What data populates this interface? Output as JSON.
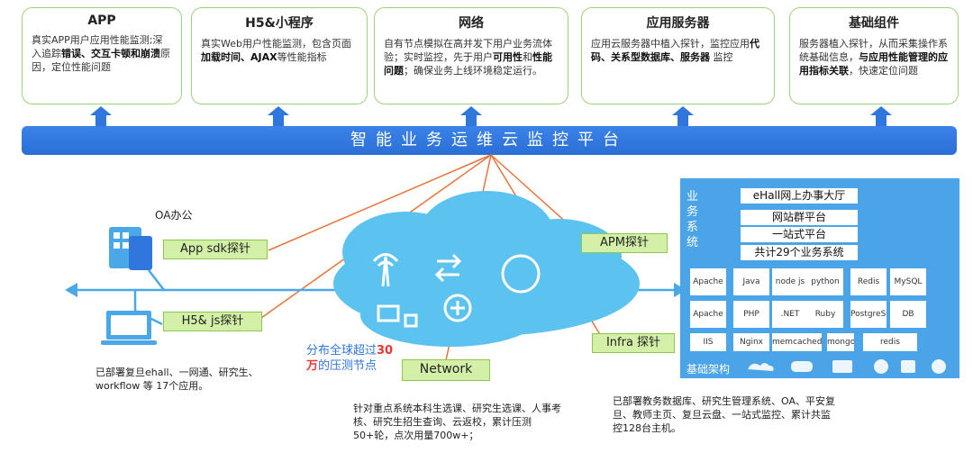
{
  "top_cards": [
    {
      "title": "APP",
      "text_parts": [
        {
          "t": "真实APP用户应用性能监测;深入追踪",
          "b": false
        },
        {
          "t": "错误、交互卡顿和崩溃",
          "b": true
        },
        {
          "t": "原因，定位性能问题",
          "b": false
        }
      ]
    },
    {
      "title": "H5&小程序",
      "text_parts": [
        {
          "t": "真实Web用户性能监测，包含页面",
          "b": false
        },
        {
          "t": "加载时间、AJAX",
          "b": true
        },
        {
          "t": "等性能指标",
          "b": false
        }
      ]
    },
    {
      "title": "网络",
      "text_parts": [
        {
          "t": "自有节点模拟在高并发下用户业务流体验；实时监控，先于用户",
          "b": false
        },
        {
          "t": "可用性",
          "b": true
        },
        {
          "t": "和",
          "b": false
        },
        {
          "t": "性能问题",
          "b": true
        },
        {
          "t": "；确保业务上线环境稳定运行。",
          "b": false
        }
      ]
    },
    {
      "title": "应用服务器",
      "text_parts": [
        {
          "t": "应用云服务器中植入探针，监控应用",
          "b": false
        },
        {
          "t": "代码、关系型数据库、服务器",
          "b": true
        },
        {
          "t": " 监控",
          "b": false
        }
      ]
    },
    {
      "title": "基础组件",
      "text_parts": [
        {
          "t": "服务器植入探针，从而采集操作系统基础信息，",
          "b": false
        },
        {
          "t": "与应用性能管理的应用指标关联",
          "b": true
        },
        {
          "t": "，快速定位问题",
          "b": false
        }
      ]
    }
  ],
  "platform_title": "智能业务运维云监控平台",
  "oa_label": "OA办公",
  "tags": {
    "app_sdk": "App sdk探针",
    "h5_js": "H5& js探针",
    "apm": "APM探针",
    "infra": "Infra 探针",
    "network": "Network"
  },
  "cloud_text_1": "分布全球超过",
  "cloud_text_num": "30",
  "cloud_text_2": "万",
  "cloud_text_3": "的压测节点",
  "notes": {
    "left": "已部署复旦ehall、一网通、研究生、workflow 等 17个应用。",
    "center": "针对重点系统本科生选课、研究生选课、人事考核、研究生招生查询、云返校，累计压测50+轮，点次用量700w+；",
    "right": "已部署教务数据库、研究生管理系统、OA、平安复旦、教师主页、复旦云盘、一站式监控、累计共监控128台主机。"
  },
  "business": {
    "label": "业务系统",
    "items": [
      "eHall网上办事大厅",
      "网站群平台",
      "一站式平台",
      "共计29个业务系统"
    ]
  },
  "logos": [
    "Apache Tomcat",
    "Java",
    "node js",
    "python",
    "Redis",
    "MySQL",
    "Apache",
    "PHP",
    ".NET",
    "Ruby",
    "PostgreSQL",
    "DB",
    "IIS",
    "Nginx",
    "memcached",
    "mongoDB",
    "redis"
  ],
  "infra_label": "基础架构",
  "colors": {
    "platform": "#2f76dd",
    "panel": "#4ba3e8",
    "tag_bg": "#d4f0a8",
    "line_red": "#e8743b",
    "line_blue": "#4aa8e8",
    "card_border": "#9bd47a"
  }
}
